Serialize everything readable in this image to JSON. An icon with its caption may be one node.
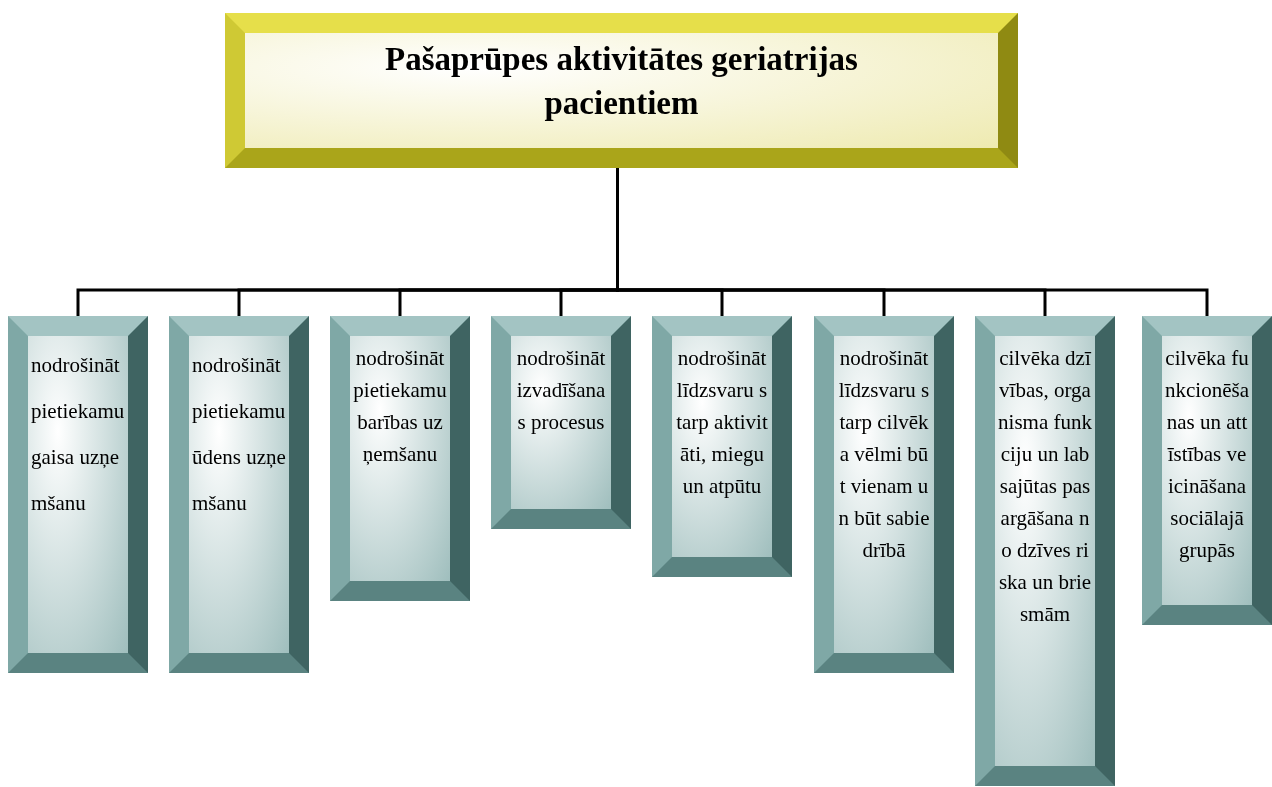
{
  "diagram": {
    "nodes": [
      {
        "text": [
          "Pašaprūpes aktivitātes geriatrijas pacientiem"
        ]
      },
      {
        "text": [
          "nodrošināt pietiekamu gaisa uzņemšanu"
        ]
      },
      {
        "text": [
          "nodrošināt pietiekamu ūdens uzņemšanu"
        ]
      },
      {
        "text": [
          "nodrošināt pietiekamu barības uzņemšanu"
        ]
      },
      {
        "text": [
          "nodrošināt izvadīšanas procesus"
        ]
      },
      {
        "text": [
          "nodrošināt līdzsvaru starp aktivitāti, miegu un atpūtu"
        ]
      },
      {
        "text": [
          "nodrošināt līdzsvaru starp cilvēka vēlmi būt vienam un būt sabiedrībā"
        ]
      },
      {
        "text": [
          "cilvēka dzīvības, organisma funkciju un labsajūtas pasargāšana no dzīves riska un briesmām"
        ]
      },
      {
        "text": [
          "cilvēka funkcionēšanas un attīstības veicināšana sociālajā grupās"
        ]
      }
    ],
    "edges": [
      {
        "from": 0,
        "to": 1,
        "arrow": "none"
      },
      {
        "from": 0,
        "to": 2,
        "arrow": "none"
      },
      {
        "from": 0,
        "to": 3,
        "arrow": "none"
      },
      {
        "from": 0,
        "to": 4,
        "arrow": "none"
      },
      {
        "from": 0,
        "to": 5,
        "arrow": "none"
      },
      {
        "from": 0,
        "to": 6,
        "arrow": "none"
      },
      {
        "from": 0,
        "to": 7,
        "arrow": "none"
      },
      {
        "from": 0,
        "to": 8,
        "arrow": "none"
      }
    ]
  }
}
